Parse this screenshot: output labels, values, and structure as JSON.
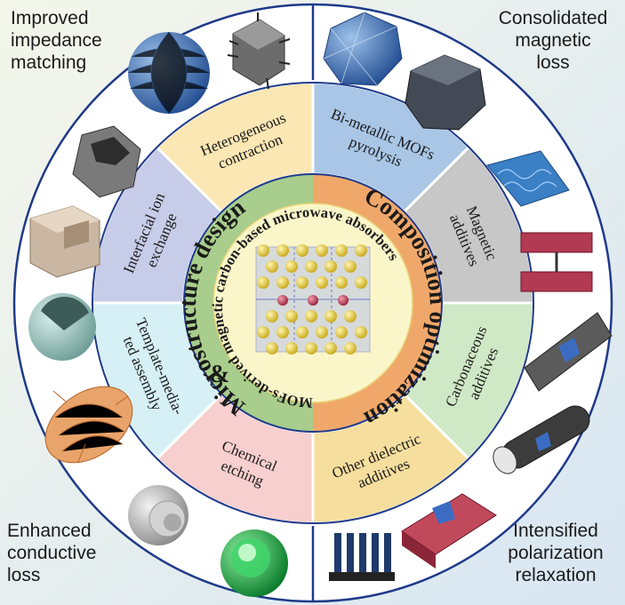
{
  "corners": {
    "top_left": [
      "Improved",
      "impedance",
      "matching"
    ],
    "top_right": [
      "Consolidated",
      "magnetic",
      "loss"
    ],
    "bottom_left": [
      "Enhanced",
      "conductive",
      "loss"
    ],
    "bottom_right": [
      "Intensified",
      "polarization",
      "relaxation"
    ]
  },
  "center": {
    "left_title": "Microstructure design",
    "amp": "&",
    "right_title": "Composition optimization",
    "arc_text": "MOFs-derived magnetic carbon-based microwave absorbers"
  },
  "segments": [
    {
      "id": "bimetallic",
      "lines": [
        "Bi-metallic MOFs",
        "pyrolysis"
      ],
      "color": "#a9c6e6"
    },
    {
      "id": "magnetic",
      "lines": [
        "Magnetic",
        "additives"
      ],
      "color": "#c7c7c7"
    },
    {
      "id": "carbonaceous",
      "lines": [
        "Carbonaceous",
        "additives"
      ],
      "color": "#cfe8c6"
    },
    {
      "id": "dielectric",
      "lines": [
        "Other dielectric",
        "additives"
      ],
      "color": "#f6df9e"
    },
    {
      "id": "etching",
      "lines": [
        "Chemical",
        "etching"
      ],
      "color": "#f7cfcf"
    },
    {
      "id": "template",
      "lines": [
        "Template-media-",
        "ted assembly"
      ],
      "color": "#d6f0f6"
    },
    {
      "id": "ionexchange",
      "lines": [
        "Interfacial ion",
        "exchange"
      ],
      "color": "#c7cce8"
    },
    {
      "id": "heterogeneous",
      "lines": [
        "Heterogeneous",
        "contraction"
      ],
      "color": "#fbe7b4"
    }
  ],
  "colors": {
    "outer_ring": "#ffffff",
    "ring_border": "#1f3a8a",
    "left_half": "#a8cd8c",
    "right_half": "#f0a86a",
    "title_color": "#1a1a1a"
  },
  "icons": [
    "sphere-mesh-icon",
    "cube-crystal-icon",
    "hollow-polyhedron-icon",
    "cut-cube-icon",
    "hollow-sphere-icon",
    "fiber-icon",
    "yolk-shell-icon",
    "green-sphere-icon",
    "polyhedron-icon",
    "dark-polyhedron-icon",
    "carbon-mesh-icon",
    "red-layer-icon",
    "graphene-sheet-icon",
    "nanotube-icon",
    "particle-stack-icon",
    "pillar-array-icon"
  ]
}
